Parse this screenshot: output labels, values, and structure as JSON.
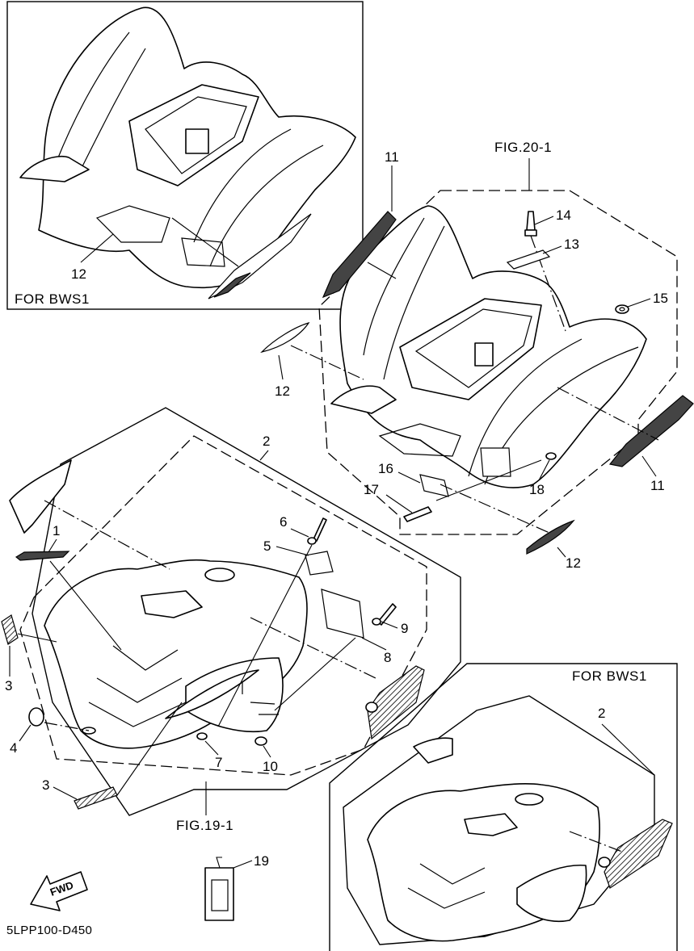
{
  "diagram": {
    "document_code": "5LPP100-D450",
    "fig_refs": {
      "rear": "FIG.20-1",
      "front": "FIG.19-1"
    },
    "inset_top_left": {
      "caption": "FOR BWS1",
      "callout": "12"
    },
    "inset_bottom_right": {
      "caption": "FOR BWS1",
      "callout": "2"
    },
    "fwd_arrow": {
      "text": "FWD"
    },
    "callouts": {
      "c1": "1",
      "c2": "2",
      "c3a": "3",
      "c3b": "3",
      "c4": "4",
      "c5": "5",
      "c6": "6",
      "c7": "7",
      "c8": "8",
      "c9": "9",
      "c10": "10",
      "c11a": "11",
      "c11b": "11",
      "c12a": "12",
      "c12b": "12",
      "c13": "13",
      "c14": "14",
      "c15": "15",
      "c16": "16",
      "c17": "17",
      "c18": "18",
      "c19": "19"
    }
  }
}
